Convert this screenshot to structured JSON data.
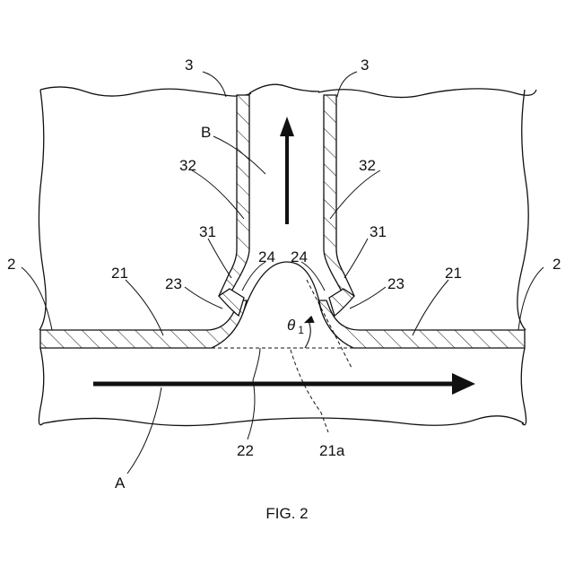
{
  "figure": {
    "caption": "FIG. 2",
    "labels": {
      "wall_main": "2",
      "wall_branch": "3",
      "flow_main": "A",
      "flow_branch": "B",
      "main_tube_wall": "21",
      "main_tube_edge": "21a",
      "opening": "22",
      "weld": "23",
      "flare_tip": "24",
      "branch_base": "31",
      "branch_wall": "32",
      "angle_symbol": "θ",
      "angle_subscript": "1"
    }
  },
  "colors": {
    "line": "#111111",
    "background": "#ffffff"
  }
}
